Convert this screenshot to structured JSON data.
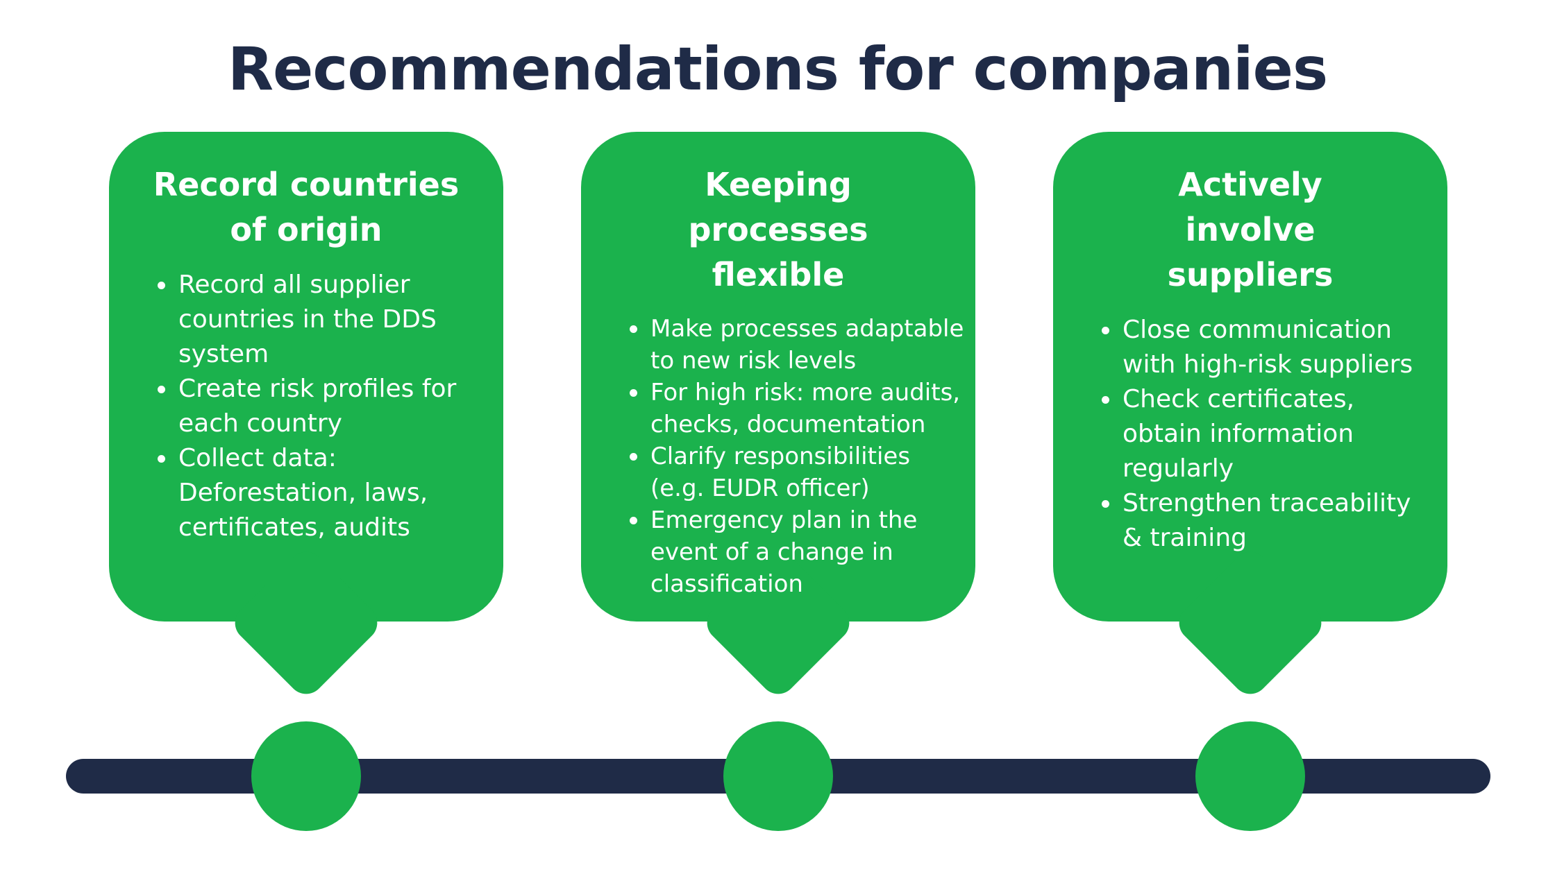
{
  "title": "Recommendations for companies",
  "colors": {
    "accent_green": "#1bb24d",
    "navy": "#1f2b47",
    "background": "#ffffff",
    "card_text": "#ffffff"
  },
  "cards": [
    {
      "heading": "Record countries of origin",
      "bullets": [
        "Record all supplier countries in the DDS system",
        "Create risk profiles for each country",
        "Collect data: Deforestation, laws, certificates, audits"
      ]
    },
    {
      "heading": "Keeping processes flexible",
      "bullets": [
        "Make processes adaptable to new risk levels",
        "For high risk: more audits, checks, documentation",
        "Clarify responsibilities (e.g. EUDR officer)",
        "Emergency plan in the event of a change in classification"
      ]
    },
    {
      "heading": "Actively involve suppliers",
      "bullets": [
        "Close communication with high-risk suppliers",
        "Check certificates, obtain information regularly",
        "Strengthen traceability & training"
      ]
    }
  ]
}
